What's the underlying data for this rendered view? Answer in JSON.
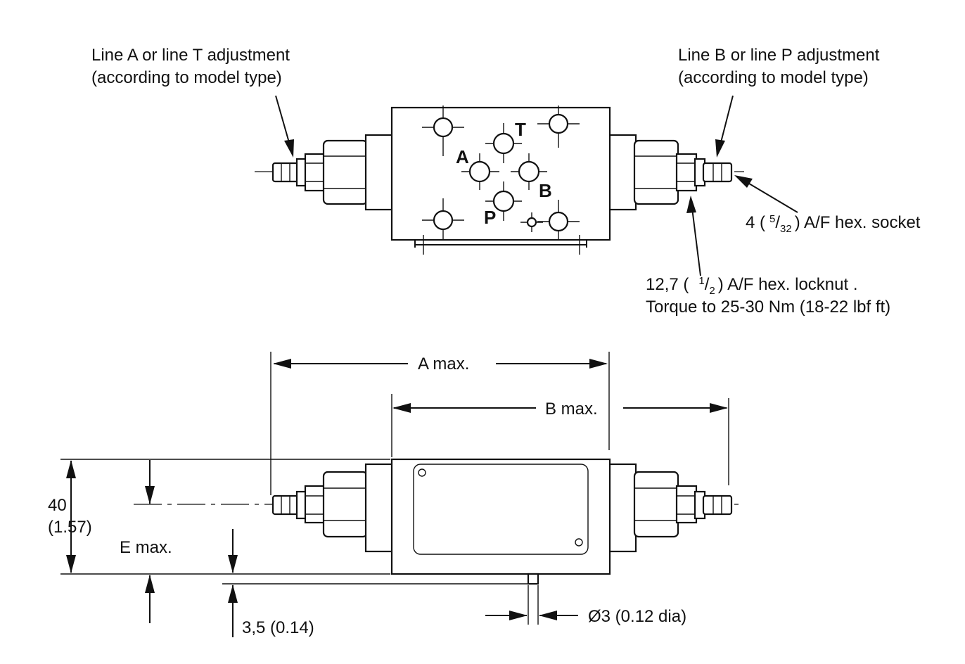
{
  "callouts": {
    "left_adjust_line1": "Line A or line T adjustment",
    "left_adjust_line2": "(according to model type)",
    "right_adjust_line1": "Line B or line P adjustment",
    "right_adjust_line2": "(according to model type)",
    "socket_prefix": "4 (",
    "socket_num": "5",
    "socket_den": "32",
    "socket_suffix": ") A/F hex. socket",
    "locknut_prefix": "12,7 (",
    "locknut_num": "1",
    "locknut_den": "2",
    "locknut_suffix": ") A/F hex. locknut .",
    "torque": "Torque to 25-30 Nm (18-22 lbf ft)"
  },
  "ports": {
    "A": "A",
    "T": "T",
    "B": "B",
    "P": "P"
  },
  "dimensions": {
    "a_max": "A max.",
    "b_max": "B max.",
    "height_value": "40",
    "height_imperial": "(1.57)",
    "e_max": "E max.",
    "pin_offset": "3,5 (0.14)",
    "pin_dia": "Ø3 (0.12 dia)"
  }
}
